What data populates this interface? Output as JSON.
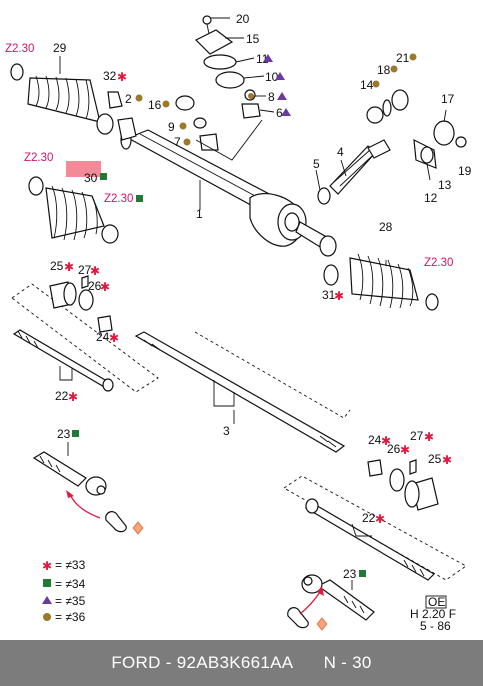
{
  "labels": {
    "p20": "20",
    "p15": "15",
    "p11": "11",
    "p10": "10",
    "p8": "8",
    "p6": "6",
    "p29": "29",
    "p32": "32",
    "p2": "2",
    "p16": "16",
    "p9": "9",
    "p7": "7",
    "p21": "21",
    "p18": "18",
    "p14": "14",
    "p17": "17",
    "p5": "5",
    "p4": "4",
    "p1": "1",
    "p30": "30",
    "p12": "12",
    "p13": "13",
    "p19": "19",
    "p28": "28",
    "p25a": "25",
    "p27a": "27",
    "p26a": "26",
    "p24a": "24",
    "p31": "31",
    "p22a": "22",
    "p3": "3",
    "p23a": "23",
    "p24b": "24",
    "p26b": "26",
    "p27b": "27",
    "p25b": "25",
    "p22b": "22",
    "p23b": "23"
  },
  "torque_labels": {
    "z1": "Z2.30",
    "z2": "Z2.30",
    "z3": "Z2.30",
    "z4": "Z2.30"
  },
  "legend": [
    {
      "symbol": "star",
      "color": "#e2183e",
      "text": "= ≠33"
    },
    {
      "symbol": "square",
      "color": "#1f7a36",
      "text": "= ≠34"
    },
    {
      "symbol": "triangle",
      "color": "#6b3aa0",
      "text": "= ≠35"
    },
    {
      "symbol": "circle",
      "color": "#9a7a2a",
      "text": "= ≠36"
    }
  ],
  "stamp": {
    "box": "OE",
    "line1": "H 2.20 F",
    "line2": "5 - 86"
  },
  "colors": {
    "star": "#e2183e",
    "square": "#1f7a36",
    "triangle": "#6b3aa0",
    "circle": "#9a7a2a",
    "highlight": "#f28a97",
    "torque_text": "#d0136b",
    "arrow": "#e2183e",
    "diamond": "#f4a37a",
    "footer_bg": "#7c7c7c"
  },
  "footer": {
    "part_text": "FORD - 92AB3K661AA",
    "page_text": "N - 30"
  }
}
